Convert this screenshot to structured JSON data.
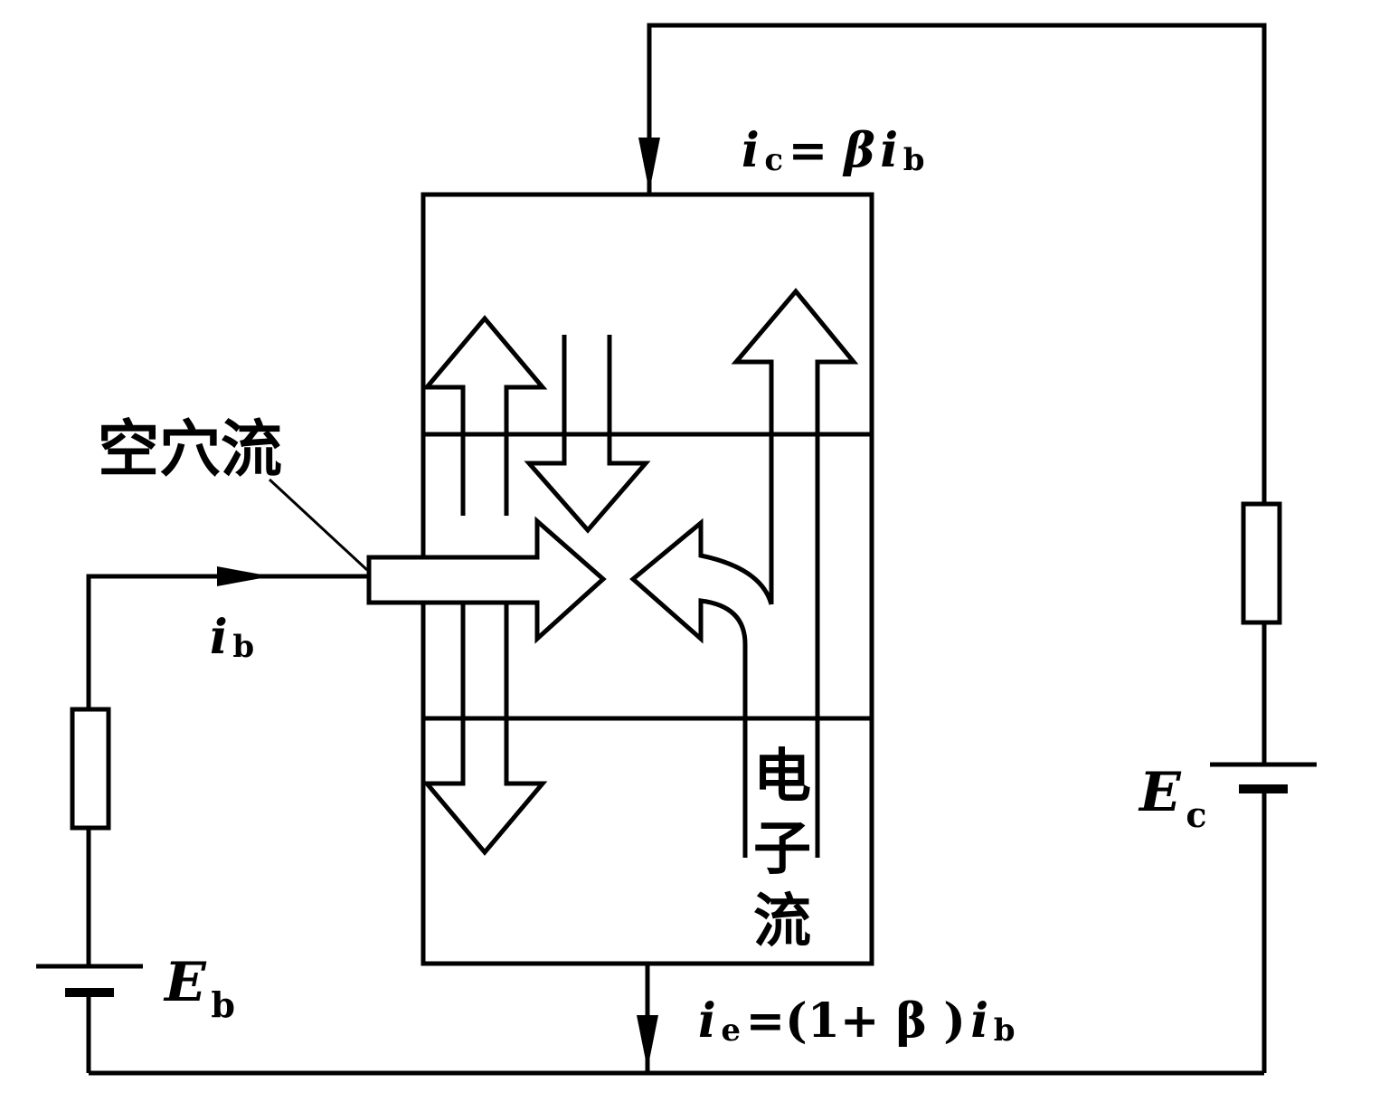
{
  "labels": {
    "hole_flow": "空穴流",
    "electron_flow_1": "电",
    "electron_flow_2": "子",
    "electron_flow_3": "流",
    "ic_i": "i",
    "ic_sub": "c",
    "ic_eq": "= β",
    "ic_i2": "i",
    "ic_sub2": "b",
    "ib_i": "i",
    "ib_sub": "b",
    "ie_i": "i",
    "ie_sub": "e",
    "ie_eq": "=(1+ β )",
    "ie_i2": "i",
    "ie_sub2": "b",
    "eb_E": "E",
    "eb_sub": "b",
    "ec_E": "E",
    "ec_sub": "c"
  },
  "colors": {
    "stroke": "#000000",
    "background": "#ffffff"
  }
}
